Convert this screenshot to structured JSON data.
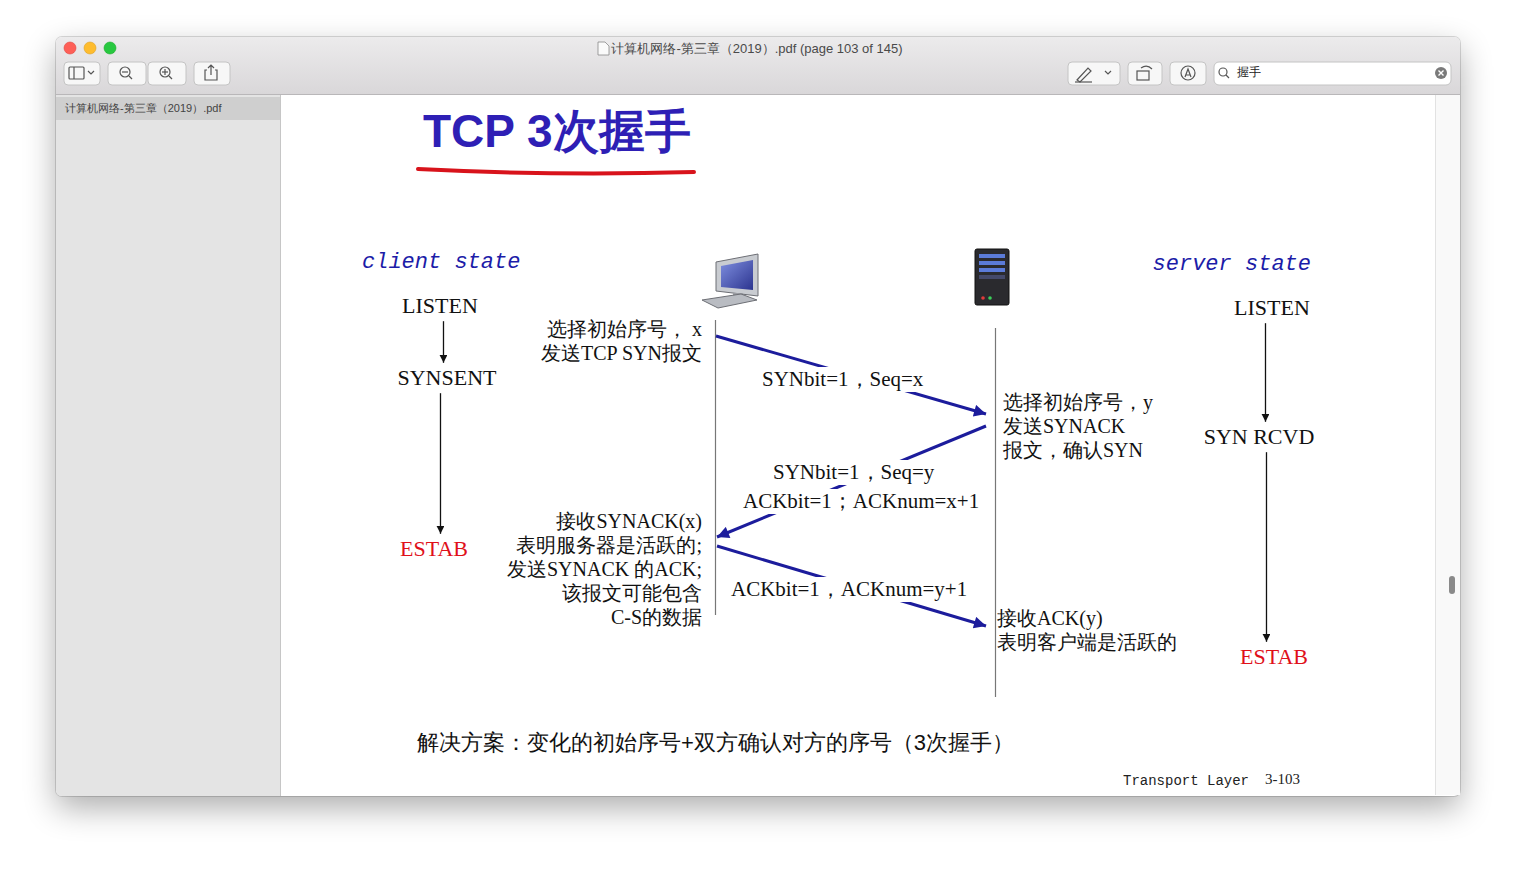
{
  "diagram": {
    "title": "TCP 3次握手",
    "nodes": [
      {
        "text": [
          "LISTEN"
        ]
      },
      {
        "text": [
          "SYNSENT"
        ]
      },
      {
        "text": [
          "ESTAB"
        ]
      },
      {
        "text": [
          "LISTEN"
        ]
      },
      {
        "text": [
          "SYN RCVD"
        ]
      },
      {
        "text": [
          "ESTAB"
        ]
      }
    ],
    "edges": [
      {
        "from": 0,
        "to": 1,
        "arrow": "to"
      },
      {
        "from": 1,
        "to": 2,
        "arrow": "to"
      },
      {
        "from": 3,
        "to": 4,
        "arrow": "to"
      },
      {
        "from": 4,
        "to": 5,
        "arrow": "to"
      }
    ],
    "labels": [
      "计算机网络-第三章（2019）.pdf (page 103 of 145)",
      "握手",
      "计算机网络-第三章（2019）.pdf",
      "client state",
      "server state",
      "选择初始序号， x 发送TCP SYN报文",
      "SYNbit=1，Seq=x",
      "选择初始序号，y 发送SYNACK 报文，确认SYN",
      "SYNbit=1，Seq=y",
      "ACKbit=1；ACKnum=x+1",
      "接收SYNACK(x) 表明服务器是活跃的; 发送SYNACK 的ACK; 该报文可能包含 C-S的数据",
      "ACKbit=1，ACKnum=y+1",
      "接收ACK(y) 表明客户端是活跃的",
      "解决方案：变化的初始序号+双方确认对方的序号（3次握手）",
      "Transport Layer",
      "3-103"
    ]
  }
}
